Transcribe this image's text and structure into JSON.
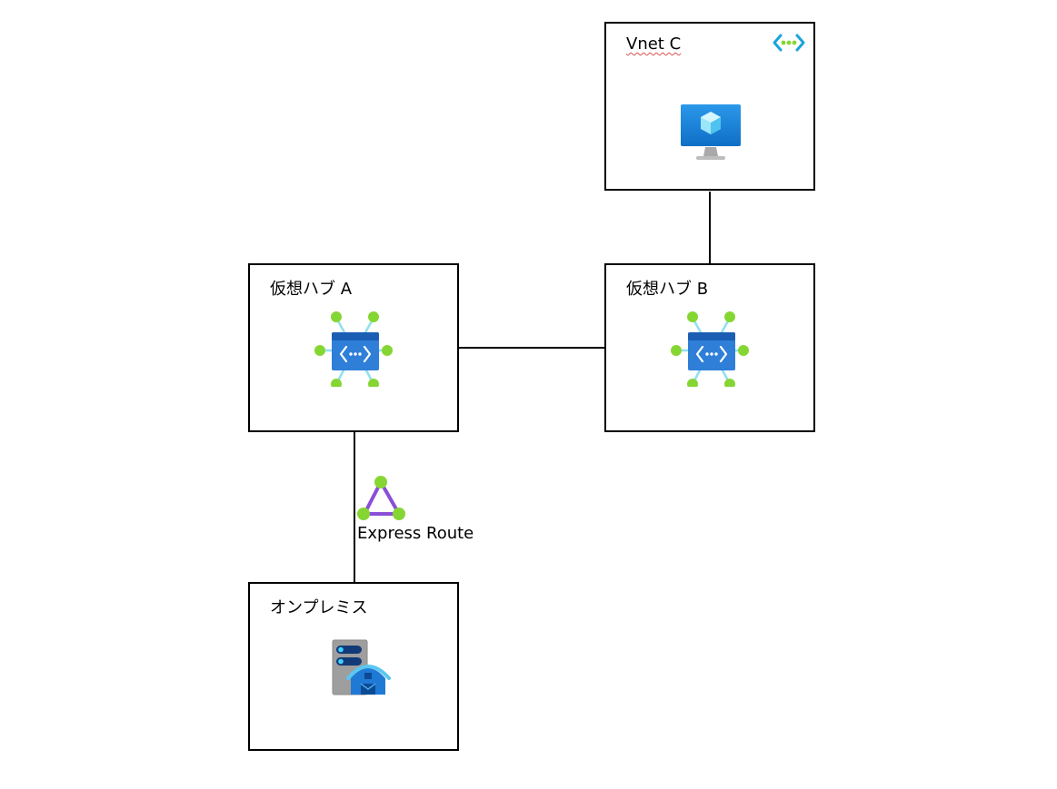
{
  "nodes": {
    "vnet_c": {
      "label": "Vnet C",
      "icon": "virtual-machine-icon",
      "badge_icon": "virtual-network-icon"
    },
    "hub_a": {
      "label": "仮想ハブ A",
      "icon": "virtual-hub-icon"
    },
    "hub_b": {
      "label": "仮想ハブ B",
      "icon": "virtual-hub-icon"
    },
    "onprem": {
      "label": "オンプレミス",
      "icon": "on-premises-server-icon"
    }
  },
  "express_route": {
    "label": "Express Route",
    "icon": "expressroute-circuit-icon"
  },
  "colors": {
    "hub_blue": "#2f7fd8",
    "node_green": "#86d633",
    "spoke_cyan": "#8fe0f0",
    "er_purple": "#8a4fd8",
    "vm_blue": "#1f8ad8"
  }
}
